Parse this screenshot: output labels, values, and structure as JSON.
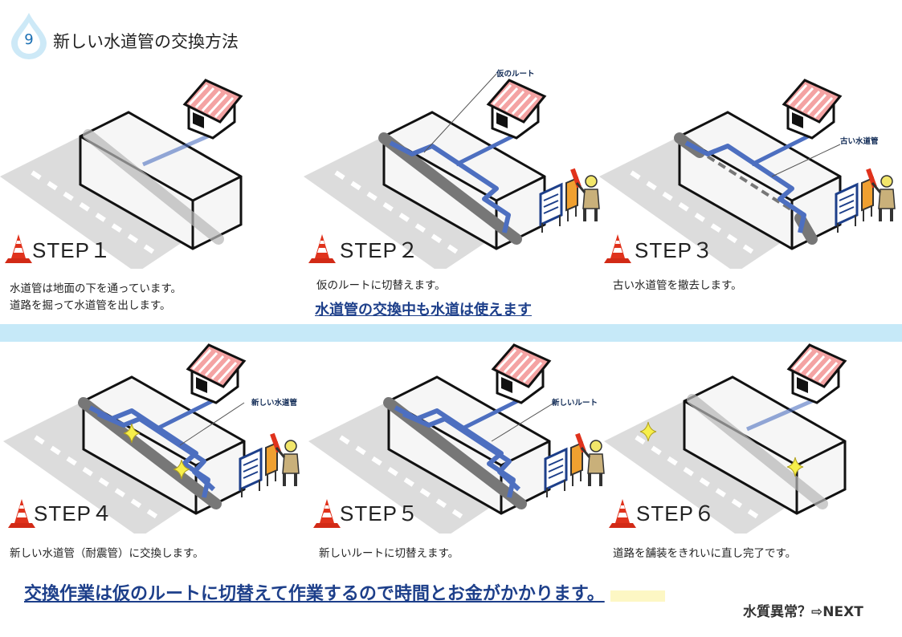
{
  "header": {
    "number": "9",
    "title": "新しい水道管の交換方法"
  },
  "steps": [
    {
      "name": "STEP１",
      "desc": [
        "水道管は地面の下を通っています。",
        "道路を掘って水道管を出します。"
      ],
      "callout": "",
      "note": ""
    },
    {
      "name": "STEP２",
      "desc": [
        "仮のルートに切替えます。"
      ],
      "callout": "仮のルート",
      "note": "水道管の交換中も水道は使えます"
    },
    {
      "name": "STEP３",
      "desc": [
        "古い水道管を撤去します。"
      ],
      "callout": "古い水道管",
      "note": ""
    },
    {
      "name": "STEP４",
      "desc": [
        "新しい水道管（耐震管）に交換します。"
      ],
      "callout": "新しい水道管",
      "note": ""
    },
    {
      "name": "STEP５",
      "desc": [
        "新しいルートに切替えます。"
      ],
      "callout": "新しいルート",
      "note": ""
    },
    {
      "name": "STEP６",
      "desc": [
        "道路を舗装をきれいに直し完了です。"
      ],
      "callout": "",
      "note": ""
    }
  ],
  "bottom_note": "交換作業は仮のルートに切替えて作業するので時間とお金がかかります。",
  "next_link": "水質異常？⇨NEXT",
  "colors": {
    "pipe_blue": "#4d6fc0",
    "cone_red": "#e0321c",
    "banner": "#c6e9f8",
    "note_text": "#1d3f8a",
    "roof": "#f4a3a3"
  },
  "icons": [
    "water-drop-icon",
    "traffic-cone-icon",
    "house-icon",
    "worker-icon",
    "barrier-icon",
    "sparkle-icon"
  ]
}
